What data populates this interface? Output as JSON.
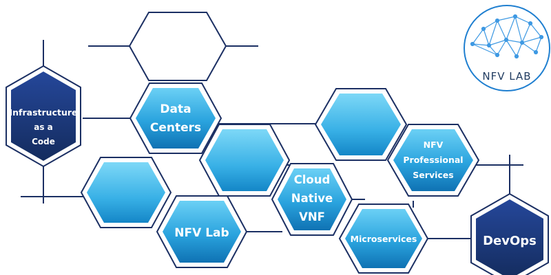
{
  "diagram": {
    "nodes": [
      {
        "id": "iac",
        "lines": [
          "Infrastructure",
          "as a",
          "Code"
        ]
      },
      {
        "id": "data-centers",
        "lines": [
          "Data",
          "Centers"
        ]
      },
      {
        "id": "nfv-lab",
        "lines": [
          "NFV Lab"
        ]
      },
      {
        "id": "cloud-native",
        "lines": [
          "Cloud",
          "Native",
          "VNF"
        ]
      },
      {
        "id": "microservices",
        "lines": [
          "Microservices"
        ]
      },
      {
        "id": "nfv-pro",
        "lines": [
          "NFV",
          "Professional",
          "Services"
        ]
      },
      {
        "id": "devops",
        "lines": [
          "DevOps"
        ]
      }
    ]
  },
  "logo": {
    "text": "NFV LAB"
  },
  "colors": {
    "line": "#1b2f63",
    "dark": "#1b3a78",
    "blue_light": "#5fc6ef",
    "blue_mid": "#1f98d6",
    "blue_deep": "#0e6fae",
    "logo_text": "#1f3a5f"
  }
}
